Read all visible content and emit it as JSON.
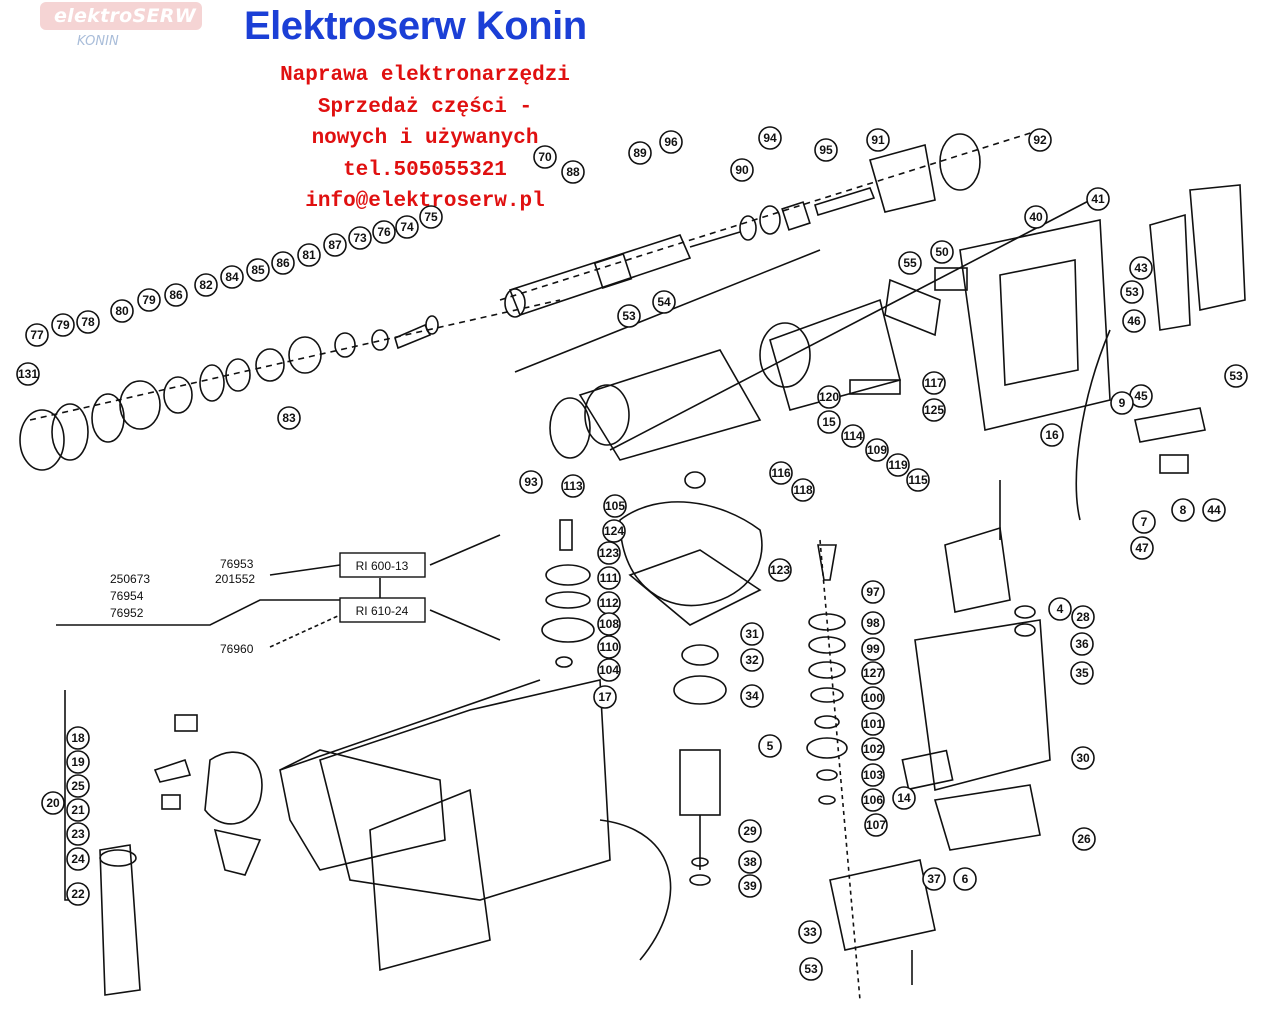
{
  "header": {
    "logo_text": "elektroSERW",
    "logo_sub": "KONIN",
    "title": "Elektroserw Konin",
    "ad_lines": [
      "Naprawa elektronarzędzi",
      "Sprzedaż części -",
      "nowych i używanych",
      "tel.505055321",
      "info@elektroserw.pl"
    ]
  },
  "model_box": {
    "codes_left": [
      "250673",
      "76954",
      "76952"
    ],
    "codes_mid_top": [
      "76953",
      "201552"
    ],
    "code_mid_bottom": "76960",
    "models": [
      "RI 600-13",
      "RI 610-24"
    ]
  },
  "callouts": {
    "top_row": [
      "70",
      "88",
      "89",
      "96",
      "90",
      "94",
      "95",
      "91",
      "92"
    ],
    "left_row": [
      "131",
      "77",
      "79",
      "78",
      "80",
      "79",
      "86",
      "82",
      "84",
      "85",
      "86",
      "81",
      "87",
      "73",
      "76",
      "74",
      "75",
      "83"
    ],
    "middle": [
      "53",
      "54",
      "93",
      "113",
      "120",
      "15",
      "114",
      "116",
      "118",
      "109",
      "119",
      "115",
      "117",
      "125",
      "55",
      "50",
      "40",
      "41",
      "43",
      "53",
      "46",
      "45",
      "9",
      "16",
      "53",
      "7",
      "8",
      "44",
      "47"
    ],
    "center": [
      "105",
      "124",
      "123",
      "111",
      "112",
      "108",
      "110",
      "104",
      "31",
      "32",
      "34",
      "5",
      "29",
      "38",
      "39",
      "17",
      "123",
      "97",
      "98",
      "99",
      "127",
      "100",
      "101",
      "102",
      "103",
      "106",
      "107"
    ],
    "right_lower": [
      "28",
      "4",
      "36",
      "35",
      "30",
      "14",
      "26",
      "6",
      "37",
      "33",
      "53"
    ],
    "left_lower": [
      "18",
      "19",
      "25",
      "20",
      "21",
      "23",
      "24",
      "22"
    ]
  },
  "colors": {
    "title": "#1b3fd6",
    "ad": "#e01010",
    "line": "#111111",
    "logo_badge": "#f2c9c9"
  }
}
